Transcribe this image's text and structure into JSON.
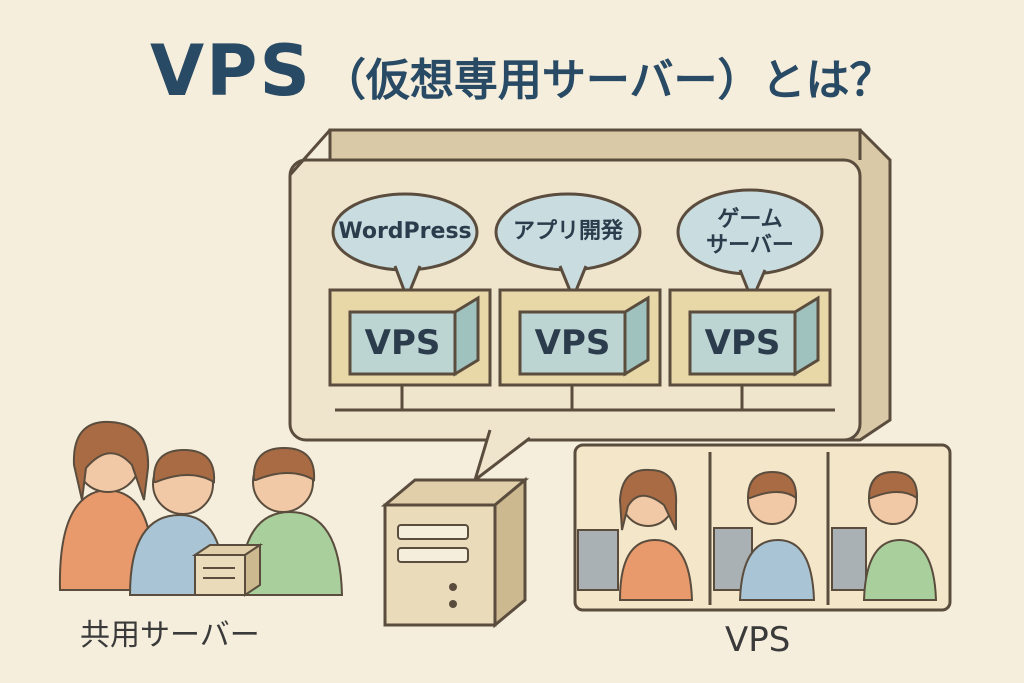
{
  "title": {
    "main": "VPS",
    "sub": "（仮想専用サーバー）とは？"
  },
  "bubbles": [
    {
      "label": "WordPress"
    },
    {
      "label": "アプリ開発"
    },
    {
      "label": "ゲーム\nサーバー"
    }
  ],
  "vps_units": [
    {
      "label": "VPS"
    },
    {
      "label": "VPS"
    },
    {
      "label": "VPS"
    }
  ],
  "captions": {
    "shared_server": "共用サーバー",
    "vps": "VPS"
  },
  "colors": {
    "title": "#284a64",
    "panel_fill": "#efe4cc",
    "bubble_fill": "#c9dde0",
    "vps_fill": "#bcd5d3",
    "outline": "#5b4d3e"
  }
}
